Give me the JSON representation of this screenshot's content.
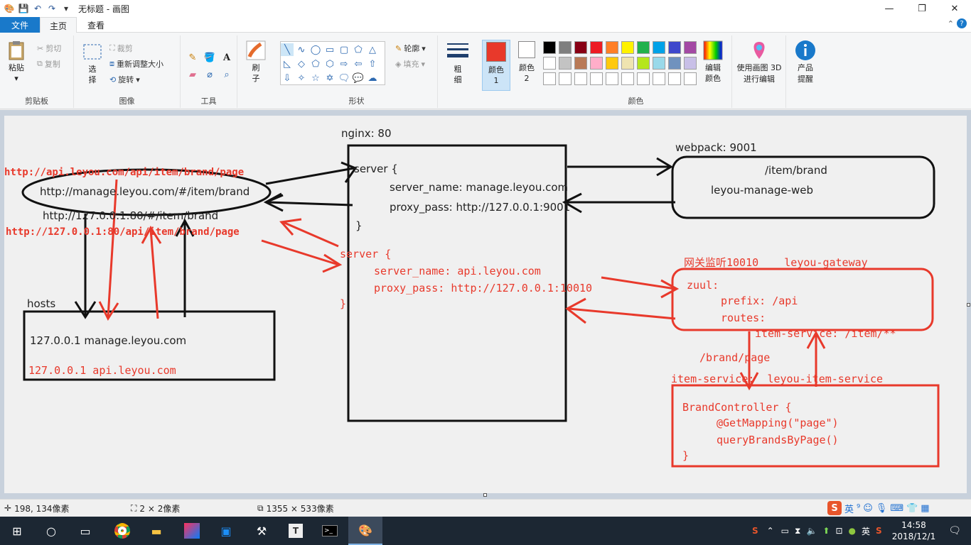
{
  "window": {
    "title": "无标题 - 画图",
    "controls": [
      "—",
      "❐",
      "✕"
    ]
  },
  "tabs": [
    {
      "label": "文件"
    },
    {
      "label": "主页"
    },
    {
      "label": "查看"
    }
  ],
  "ribbon": {
    "clipboard": {
      "label": "剪贴板",
      "paste": "粘贴",
      "cut": "剪切",
      "copy": "复制"
    },
    "image": {
      "label": "图像",
      "select": "选择",
      "crop": "裁剪",
      "resize": "重新调整大小",
      "rotate": "旋转"
    },
    "tools": {
      "label": "工具"
    },
    "brush": {
      "label": "刷子"
    },
    "shapes": {
      "label": "形状",
      "outline": "轮廓",
      "fill": "填充"
    },
    "size": {
      "label": "粗细"
    },
    "color1": {
      "label": "颜色 1",
      "color": "#e8392b"
    },
    "color2": {
      "label": "颜色 2",
      "color": "#ffffff"
    },
    "colors": {
      "label": "颜色",
      "palette": [
        "#000000",
        "#7f7f7f",
        "#880015",
        "#ed1c24",
        "#ff7f27",
        "#fff200",
        "#22b14c",
        "#00a2e8",
        "#3f48cc",
        "#a349a4",
        "#ffffff",
        "#c3c3c3",
        "#b97a57",
        "#ffaec9",
        "#ffc90e",
        "#efe4b0",
        "#b5e61d",
        "#99d9ea",
        "#7092be",
        "#c8bfe7"
      ],
      "edit": "编辑颜色"
    },
    "paint3d": {
      "label": "使用画图 3D 进行编辑"
    },
    "tips": {
      "label": "产品提醒"
    }
  },
  "canvas": {
    "nginx_label": "nginx: 80",
    "webpack_label": "webpack: 9001",
    "server1": {
      "open": "server {",
      "name": "server_name: manage.leyou.com",
      "pass": "proxy_pass: http://127.0.0.1:9001",
      "close": "}"
    },
    "server2": {
      "open": "server {",
      "name": "server_name: api.leyou.com",
      "pass": "proxy_pass: http://127.0.0.1:10010",
      "close": "}"
    },
    "webpack_box": {
      "path": "/item/brand",
      "name": "leyou-manage-web"
    },
    "browser_url": "http://manage.leyou.com/#/item/brand",
    "api_url": "http://api.leyou.com/api/item/brand/page",
    "local_url": "http://127.0.0.1:80/#/item/brand",
    "local_api_url": "http://127.0.0.1:80/api/item/brand/page",
    "hosts_label": "hosts",
    "hosts1": "127.0.0.1 manage.leyou.com",
    "hosts2": "127.0.0.1 api.leyou.com",
    "gateway_label": "网关监听10010    leyou-gateway",
    "zuul": {
      "line1": "zuul:",
      "line2": "prefix: /api",
      "line3": "routes:",
      "line4": "item-service: /item/**"
    },
    "brand_page": "/brand/page",
    "item_service_label": "item-service:  leyou-item-service",
    "controller": {
      "line1": "BrandController {",
      "line2": "@GetMapping(\"page\")",
      "line3": "queryBrandsByPage()",
      "line4": "}"
    }
  },
  "status": {
    "cursor": "198, 134像素",
    "selection": "2 × 2像素",
    "size": "1355 × 533像素"
  },
  "ime": {
    "lang": "英"
  },
  "taskbar": {
    "time": "14:58",
    "date": "2018/12/1",
    "lang": "英"
  },
  "colors": {
    "red": "#e8392b",
    "black": "#111111",
    "accent": "#1979ca"
  }
}
